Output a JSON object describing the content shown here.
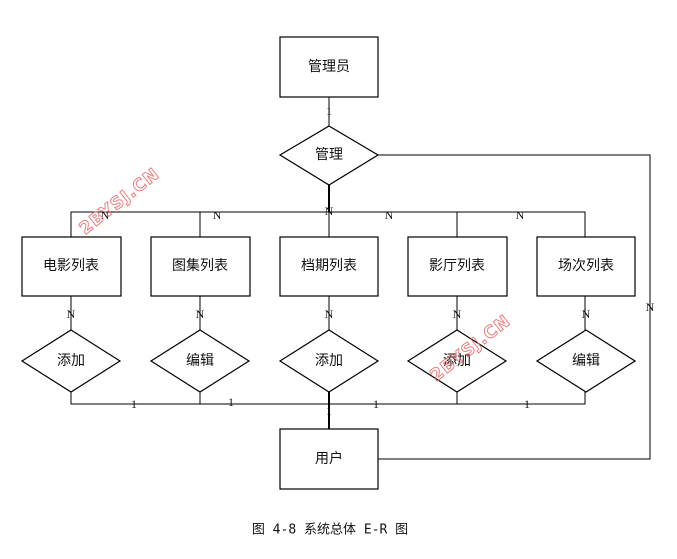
{
  "entities": {
    "admin": "管理员",
    "user": "用户",
    "movie_list": "电影列表",
    "gallery_list": "图集列表",
    "schedule_list": "档期列表",
    "hall_list": "影厅列表",
    "session_list": "场次列表"
  },
  "relationships": {
    "manage": "管理",
    "add_movie": "添加",
    "edit_gallery": "编辑",
    "add_schedule": "添加",
    "add_hall": "添加",
    "edit_session": "编辑"
  },
  "cardinalities": {
    "admin_manage": "1",
    "manage_movie": "N",
    "manage_gallery": "N",
    "manage_schedule": "N",
    "manage_hall": "N",
    "manage_session": "N",
    "manage_user": "N",
    "movie_rel": "N",
    "gallery_rel": "N",
    "schedule_rel": "N",
    "hall_rel": "N",
    "session_rel": "N",
    "rel1_user": "1",
    "rel2_user": "1",
    "rel3_user": "1",
    "rel4_user": "1",
    "rel5_user": "1"
  },
  "caption": "图 4-8 系统总体 E-R 图",
  "watermark": "2BYSJ.CN"
}
